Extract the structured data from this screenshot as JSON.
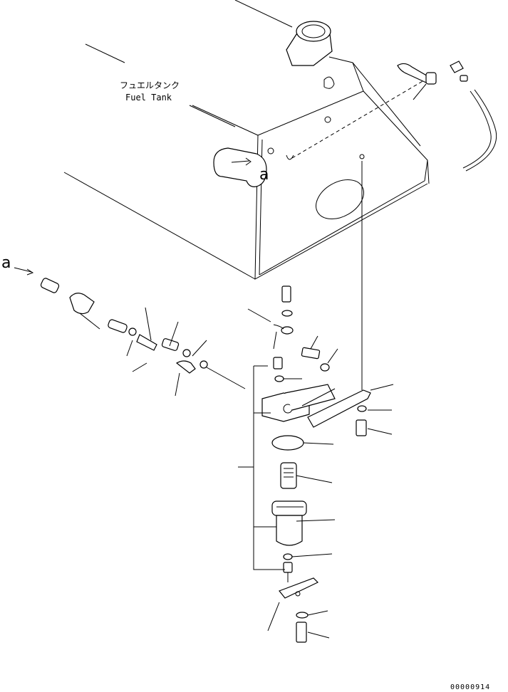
{
  "tank_label": {
    "japanese": "フュエルタンク",
    "english": "Fuel Tank"
  },
  "callouts": {
    "on_tank": "a",
    "on_fitting": "a"
  },
  "figure_code": "00000914",
  "icons": [
    "fuel-tank",
    "filler-neck",
    "drain-elbow",
    "fuel-hose",
    "strainer",
    "fuel-filter",
    "filter-element",
    "o-ring",
    "bolt",
    "washer",
    "bracket",
    "drain-plug"
  ]
}
